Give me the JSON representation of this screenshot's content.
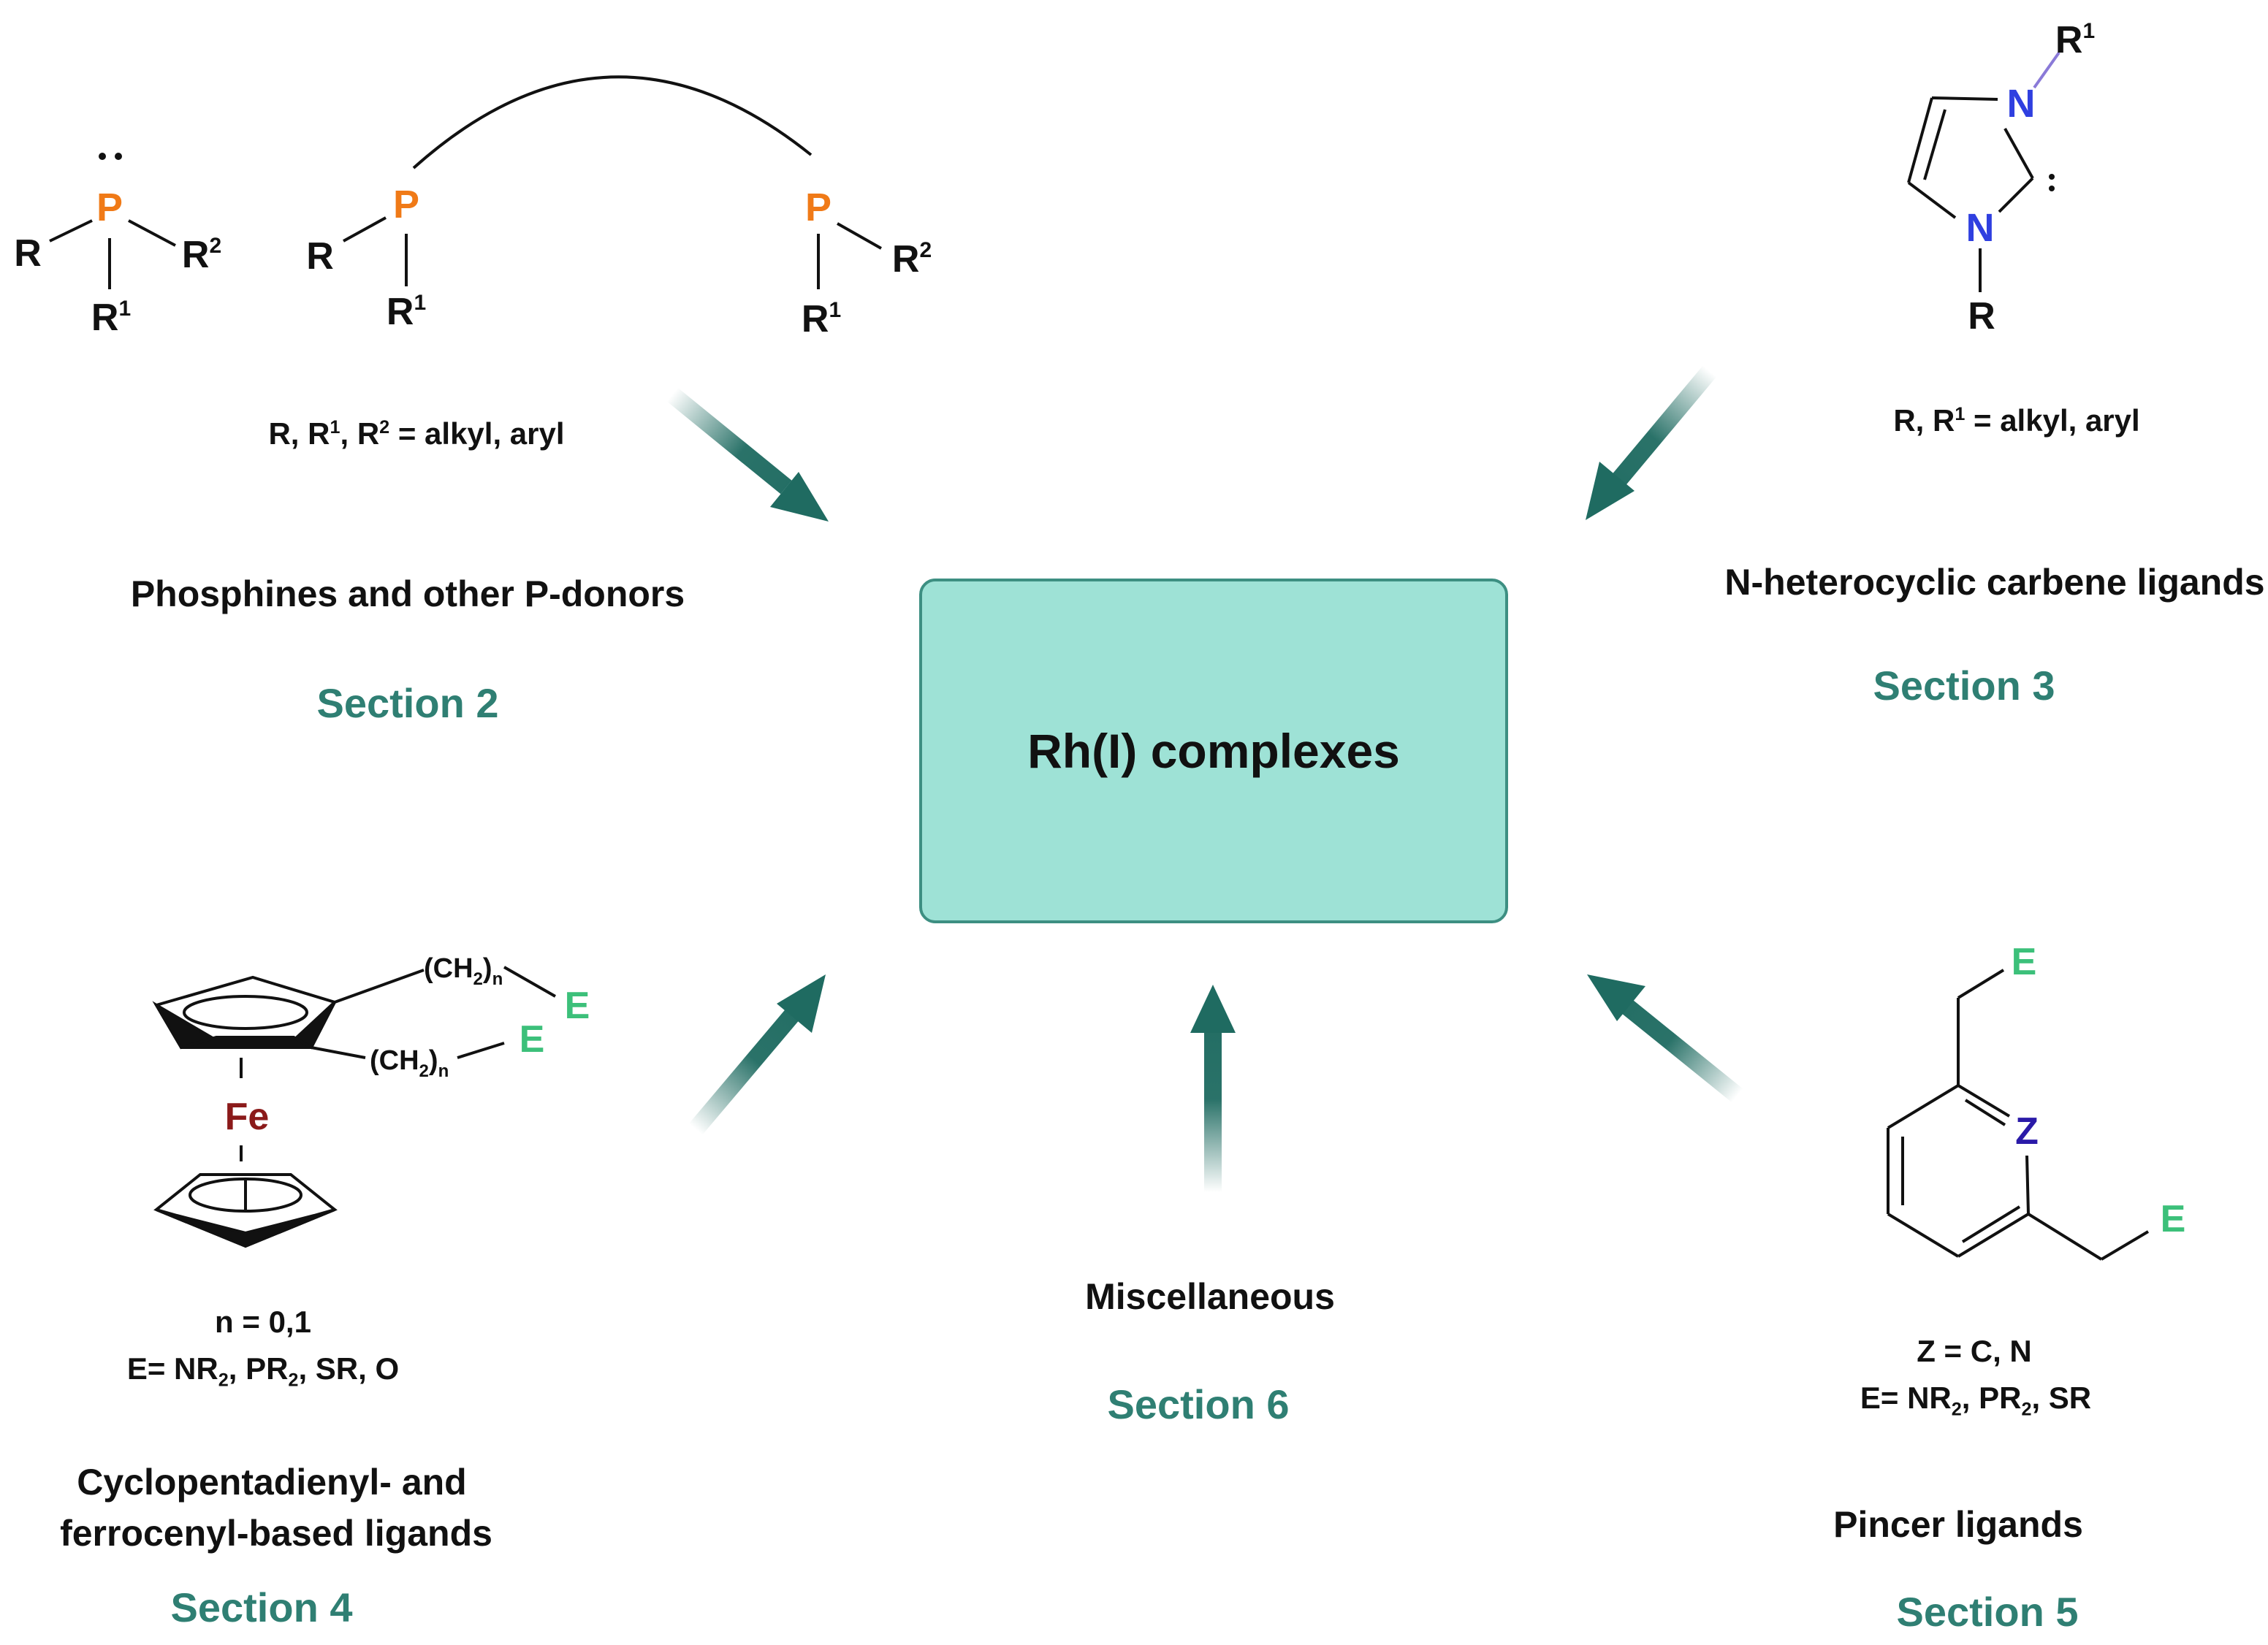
{
  "center": {
    "label": "Rh(I) complexes"
  },
  "phosphines": {
    "title": "Phosphines and other P-donors",
    "section": "Section 2",
    "substituent_note_parts": [
      "R, R",
      "1",
      ", R",
      "2",
      " = alkyl, aryl"
    ],
    "atoms": {
      "P": "P",
      "R": "R",
      "R1_base": "R",
      "R1_sup": "1",
      "R2_base": "R",
      "R2_sup": "2"
    }
  },
  "nhc": {
    "title": "N-heterocyclic carbene ligands",
    "section": "Section 3",
    "substituent_note_parts": [
      "R, R",
      "1",
      " = alkyl, aryl"
    ],
    "atoms": {
      "N": "N",
      "R": "R",
      "R1_base": "R",
      "R1_sup": "1"
    }
  },
  "cyclopentadienyl": {
    "title_line1": "Cyclopentadienyl- and",
    "title_line2": "ferrocenyl-based ligands",
    "section": "Section 4",
    "n_note": "n = 0,1",
    "e_note_parts": [
      "E= NR",
      "2",
      ", PR",
      "2",
      ", SR, O"
    ],
    "atoms": {
      "Fe": "Fe",
      "E": "E",
      "CH2_open": "(CH",
      "CH2_sub": "2",
      "CH2_close": ")",
      "n": "n"
    }
  },
  "pincer": {
    "title": "Pincer ligands",
    "section": "Section 5",
    "z_note": "Z = C, N",
    "e_note_parts": [
      "E= NR",
      "2",
      ", PR",
      "2",
      ", SR"
    ],
    "atoms": {
      "Z": "Z",
      "E": "E"
    }
  },
  "misc": {
    "title": "Miscellaneous",
    "section": "Section 6"
  },
  "colors": {
    "phosphorus": "#f07a17",
    "nitrogen": "#2f3fe0",
    "iron": "#8b1a1a",
    "donor_E": "#3cc07a",
    "pincer_Z": "#2a1aa8",
    "section_text": "#2f7f73",
    "arrow": "#1f6b61",
    "box_fill": "#9ee2d6",
    "box_border": "#3d8f82"
  }
}
